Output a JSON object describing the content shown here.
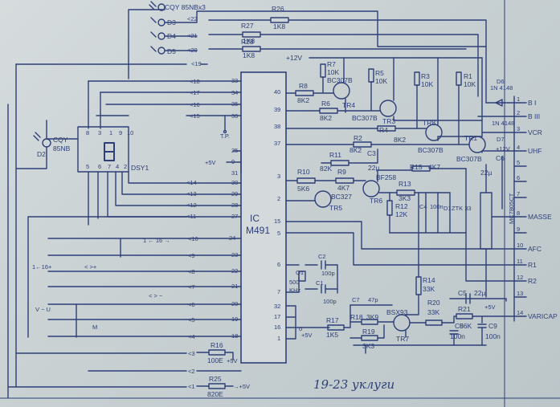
{
  "ic": {
    "label": "IC",
    "part": "M491"
  },
  "leds": {
    "group": "CQY 85NBx3",
    "d3": "D3",
    "d4": "D4",
    "d5": "D5",
    "d2": "D2",
    "d2_part1": "CQY",
    "d2_part2": "85NB"
  },
  "display": {
    "label": "DSY1",
    "pins_top": [
      "8",
      "3",
      "1",
      "9",
      "10"
    ],
    "pins_bottom": [
      "5",
      "6",
      "7",
      "4",
      "2"
    ]
  },
  "resistors": {
    "r26": "R26",
    "r26v": "1K8",
    "r27": "R27",
    "r27v": "1K8",
    "r28": "R28",
    "r28v": "1K8",
    "r7": "R7",
    "r7v": "10K",
    "r8": "R8",
    "r8v": "8K2",
    "r6": "R6",
    "r6v": "8K2",
    "r5": "R5",
    "r5v": "10K",
    "r3": "R3",
    "r3v": "10K",
    "r1": "R1",
    "r1v": "10K",
    "r4": "R4",
    "r4v": "8K2",
    "r2": "R2",
    "r2v": "8K2",
    "r11": "R11",
    "r11v": "82K",
    "r9": "R9",
    "r9v": "4K7",
    "r10": "R10",
    "r10v": "5K6",
    "r15": "R15",
    "r15v": "4K7",
    "r13": "R13",
    "r13v": "3K3",
    "r12": "R12",
    "r12v": "12K",
    "r14": "R14",
    "r14v": "33K",
    "r20": "R20",
    "r20v": "33K",
    "r21": "R21",
    "r21v": "56K",
    "r17": "R17",
    "r17v": "1K5",
    "r18": "R18",
    "r18v": "3K9",
    "r19": "R19",
    "r19v": "3K3",
    "r16": "R16",
    "r16v": "100E",
    "r25": "R25",
    "r25v": "820E"
  },
  "transistors": {
    "tr4": "TR4",
    "tr4p": "BC307B",
    "tr3": "TR3",
    "tr3p": "BC307B",
    "tr8": "TR8",
    "tr8p": "BC307B",
    "tr1": "TR1",
    "tr1p": "BC307B",
    "tr5": "TR5",
    "tr5p": "BC327",
    "tr6": "TR6",
    "tr6p": "BF258",
    "tr7": "TR7",
    "tr7p": "BSX93"
  },
  "caps": {
    "c3": "C3",
    "c3v": "22µ",
    "c2": "C2",
    "c2v": "100p",
    "c1": "C1",
    "c1v": "100p",
    "c7": "C7",
    "c7v": "47p",
    "c8": "C8",
    "c8v": "100n",
    "c9": "C9",
    "c9v": "100n",
    "c5": "C5",
    "c5v": "22µ",
    "c6": "C6",
    "c6v": "22µ",
    "c4": "C4",
    "c4v": "100n"
  },
  "diodes": {
    "d6": "D6",
    "d6p": "1N 4148",
    "d7": "D7",
    "d7p": "1N 4148",
    "d1": "D1",
    "d1p": "ZTK 33"
  },
  "regulator": "MC7805CT",
  "crystal": {
    "ref": "Q1",
    "freq": "500",
    "unit": "KHz"
  },
  "supplies": {
    "p12": "+12V",
    "p5": "+5V",
    "tp": "T.P."
  },
  "outputs": [
    {
      "n": "1",
      "label": "B I"
    },
    {
      "n": "2",
      "label": "B III"
    },
    {
      "n": "3",
      "label": "VCR"
    },
    {
      "n": "4",
      "label": "UHF"
    },
    {
      "n": "5",
      "label": ""
    },
    {
      "n": "6",
      "label": ""
    },
    {
      "n": "7",
      "label": ""
    },
    {
      "n": "8",
      "label": "MASSE"
    },
    {
      "n": "9",
      "label": ""
    },
    {
      "n": "10",
      "label": "AFC"
    },
    {
      "n": "11",
      "label": "R1"
    },
    {
      "n": "12",
      "label": "R2"
    },
    {
      "n": "13",
      "label": ""
    },
    {
      "n": "14",
      "label": "VARICAP"
    }
  ],
  "switches": {
    "a": "1 ← 16 →",
    "b": "< >+",
    "c": "< > −",
    "d": "V − U",
    "e": "M"
  },
  "note": "19-23 уклуги"
}
